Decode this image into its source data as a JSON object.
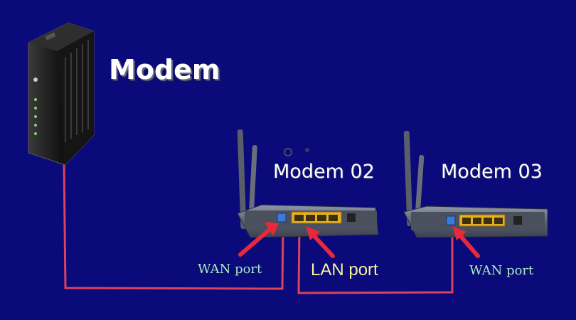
{
  "diagram": {
    "devices": {
      "modem": {
        "label": "Modem"
      },
      "router_1": {
        "label": "Modem 02"
      },
      "router_2": {
        "label": "Modem 03"
      }
    },
    "ports": {
      "wan_port_1": "WAN port",
      "lan_port": "LAN port",
      "wan_port_2": "WAN port"
    },
    "colors": {
      "background": "#0a0a7a",
      "cable": "#e0405a",
      "arrow": "#e8283c",
      "wan_port": "#3a7ad8",
      "lan_port": "#e8b020",
      "device_body": "#6c7080",
      "modem_body": "#1a1a1a"
    },
    "connections": [
      {
        "from": "modem",
        "to": "router_1",
        "via": "wan_port_1"
      },
      {
        "from": "router_1",
        "to": "router_2",
        "via": "lan_port -> wan_port_2"
      }
    ]
  }
}
